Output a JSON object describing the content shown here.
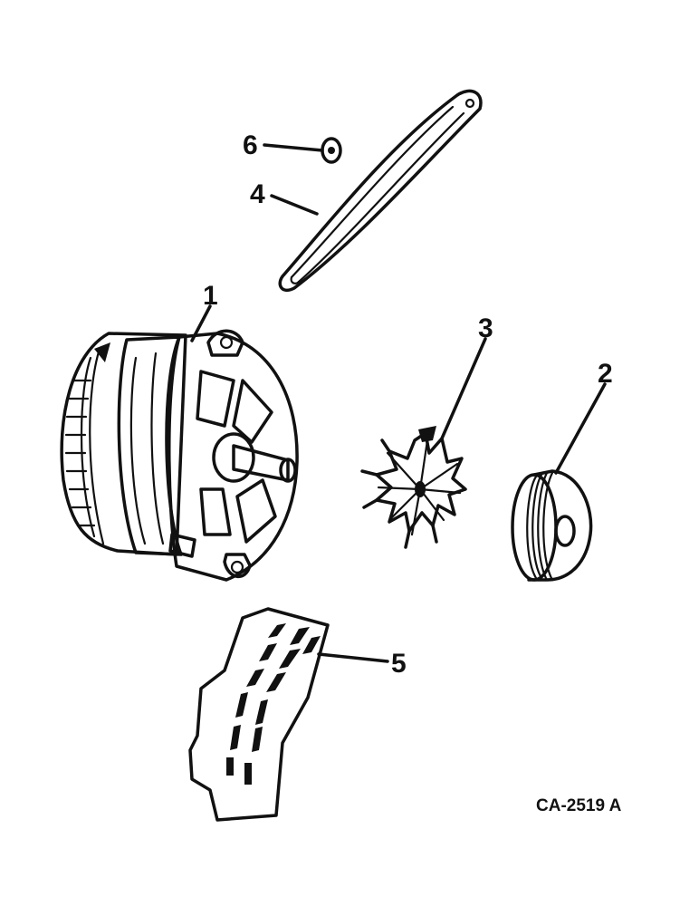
{
  "diagram": {
    "drawing_number": "CA-2519 A",
    "callouts": [
      {
        "id": "1",
        "label": "1"
      },
      {
        "id": "2",
        "label": "2"
      },
      {
        "id": "3",
        "label": "3"
      },
      {
        "id": "4",
        "label": "4"
      },
      {
        "id": "5",
        "label": "5"
      },
      {
        "id": "6",
        "label": "6"
      }
    ],
    "colors": {
      "ink": "#111111",
      "paper": "#ffffff"
    }
  }
}
